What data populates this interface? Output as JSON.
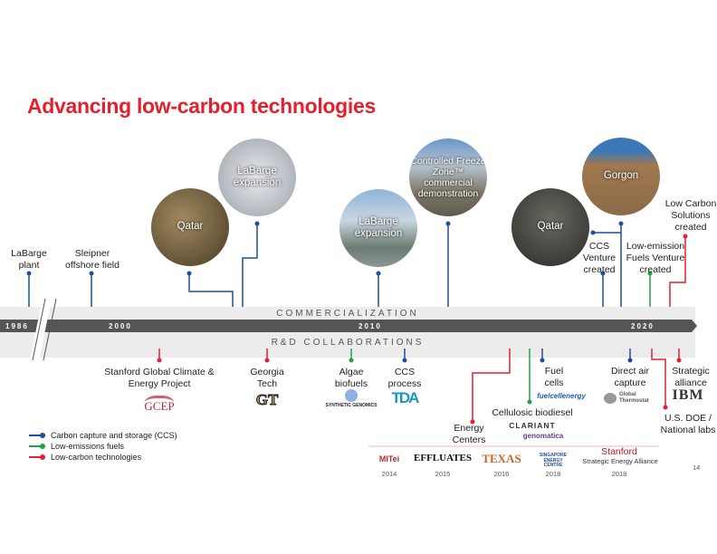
{
  "title": "Advancing low-carbon technologies",
  "colors": {
    "ccs": "#1f4e9c",
    "fuels": "#1fa04a",
    "tech": "#e5202e",
    "bar": "#555555",
    "band": "#ececec"
  },
  "timeline": {
    "commercialization": "COMMERCIALIZATION",
    "rd": "R&D COLLABORATIONS",
    "years": [
      "1986",
      "2000",
      "2010",
      "2020"
    ]
  },
  "commercial": {
    "labarge_plant": "LaBarge\nplant",
    "sleipner": "Sleipner\noffshore field",
    "qatar1": "Qatar",
    "labarge_exp1": "LaBarge\nexpansion",
    "labarge_exp2": "LaBarge\nexpansion",
    "cfz": "Controlled Freeze\nZone™\ncommercial\ndemonstration",
    "qatar2": "Qatar",
    "gorgon": "Gorgon",
    "ccs_venture": "CCS\nVenture\ncreated",
    "lef_venture": "Low-emission\nFuels Venture\ncreated",
    "lcs": "Low Carbon\nSolutions\ncreated"
  },
  "rd": {
    "gcep": "Stanford Global Climate &\nEnergy Project",
    "gcep_logo": "GCEP",
    "gt": "Georgia\nTech",
    "gt_logo": "GT",
    "algae": "Algae\nbiofuels",
    "algae_logo": "SYNTHETIC GENOMICS",
    "ccs_process": "CCS\nprocess",
    "tda_logo": "TDA",
    "energy_centers": "Energy\nCenters",
    "cellulosic": "Cellulosic biodiesel",
    "clariant": "CLARIANT",
    "genomatica": "genomatica",
    "fuel_cells": "Fuel\ncells",
    "fce_logo": "fuelcellenergy",
    "direct_air": "Direct air\ncapture",
    "gt_logo2": "Global\nThermostat",
    "strategic": "Strategic\nalliance",
    "ibm": "IBM",
    "doe": "U.S. DOE /\nNational labs"
  },
  "legend": [
    "Carbon capture and storage (CCS)",
    "Low-emissions fuels",
    "Low-carbon technologies"
  ],
  "centers": [
    {
      "name": "MITei",
      "year": "2014"
    },
    {
      "name": "EFFLUATES",
      "year": "2015"
    },
    {
      "name": "TEXAS",
      "year": "2016"
    },
    {
      "name": "SINGAPORE ENERGY CENTRE",
      "year": "2018"
    },
    {
      "name": "Stanford",
      "sub": "Strategic Energy Alliance",
      "year": "2018"
    }
  ],
  "page_number": "14"
}
